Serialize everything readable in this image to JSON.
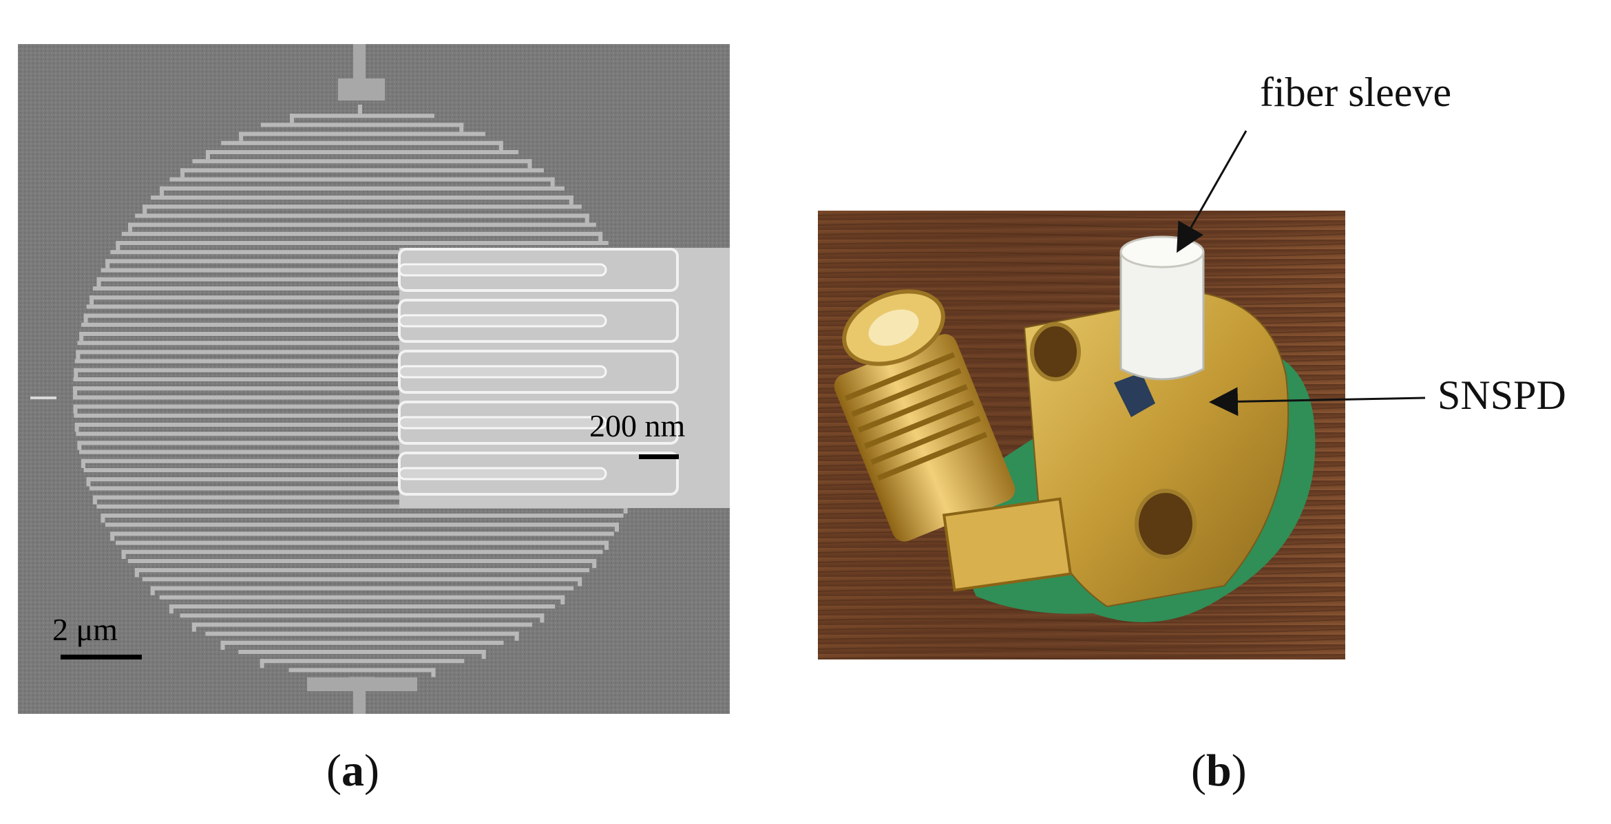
{
  "figure": {
    "panel_a": {
      "caption_open": "(",
      "caption_letter": "a",
      "caption_close": ")",
      "inset_scale_label": "200 nm",
      "main_scale_label": "2 μm"
    },
    "panel_b": {
      "caption_open": "(",
      "caption_letter": "b",
      "caption_close": ")",
      "label_fiber_sleeve": "fiber sleeve",
      "label_snspd": "SNSPD"
    }
  },
  "colors": {
    "sem_background": "#7c7c7c",
    "sem_wire": "#b9b9b9",
    "inset_background": "#c6c6c6",
    "gold": "#c9a13b",
    "pcb_green": "#2f8f57",
    "wood": "#6b3e22"
  }
}
